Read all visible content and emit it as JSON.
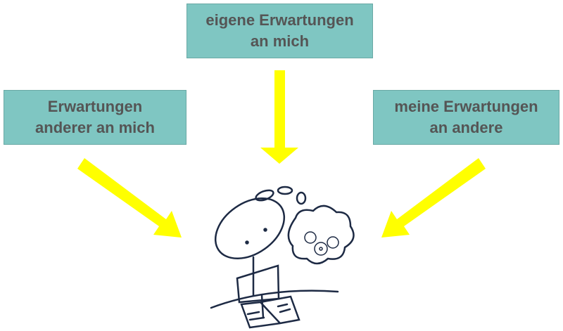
{
  "boxes": {
    "top": {
      "line1": "eigene Erwartungen",
      "line2": "an mich"
    },
    "left": {
      "line1": "Erwartungen",
      "line2": "anderer an mich"
    },
    "right": {
      "line1": "meine Erwartungen",
      "line2": "an andere"
    }
  },
  "colors": {
    "box": "#7fc6c2",
    "text": "#555555",
    "arrow": "#ffff00",
    "sketch": "#1d2a44"
  }
}
